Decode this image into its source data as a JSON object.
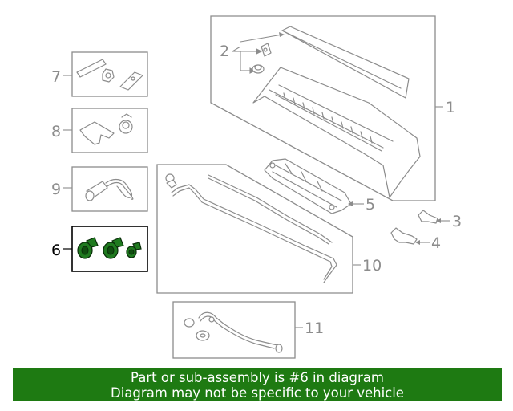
{
  "callouts": {
    "c1": "1",
    "c2": "2",
    "c3": "3",
    "c4": "4",
    "c5": "5",
    "c6": "6",
    "c7": "7",
    "c8": "8",
    "c9": "9",
    "c10": "10",
    "c11": "11"
  },
  "highlighted_part": "6",
  "banner": {
    "line1": "Part or sub-assembly is #6 in diagram",
    "line2": "Diagram may not be specific to your vehicle"
  },
  "colors": {
    "banner_bg": "#1e7a12",
    "highlight": "#1f7a1f",
    "line": "#8c8c8c"
  }
}
